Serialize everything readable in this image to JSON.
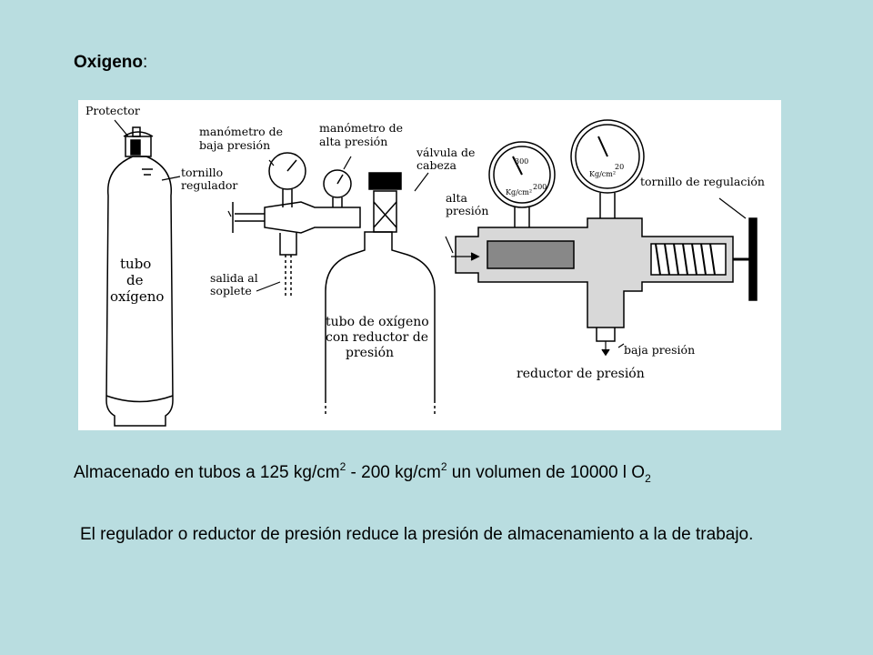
{
  "slide": {
    "title_bold": "Oxigeno",
    "title_suffix": ":",
    "paragraph1": {
      "part1": "Almacenado en tubos a 125 kg/cm",
      "sup1": "2",
      "part2": " - 200 kg/cm",
      "sup2": "2",
      "part3": " un volumen de 10000 l O",
      "sub1": "2"
    },
    "paragraph2": "El regulador o reductor de presión reduce la presión de almacenamiento a la de trabajo."
  },
  "diagram": {
    "labels": {
      "protector": "Protector",
      "tube_line1": "tubo",
      "tube_line2": "de",
      "tube_line3": "oxígeno",
      "low_gauge_line1": "manómetro de",
      "low_gauge_line2": "baja presión",
      "high_gauge_line1": "manómetro de",
      "high_gauge_line2": "alta presión",
      "head_valve_line1": "válvula de",
      "head_valve_line2": "cabeza",
      "screw_line1": "tornillo",
      "screw_line2": "regulador",
      "outlet_line1": "salida al",
      "outlet_line2": "soplete",
      "tube_reducer_line1": "tubo de oxígeno",
      "tube_reducer_line2": "con reductor de",
      "tube_reducer_line3": "presión",
      "high_pressure_line1": "alta",
      "high_pressure_line2": "presión",
      "adjust_screw": "tornillo de regulación",
      "low_pressure": "baja presión",
      "reducer": "reductor de presión",
      "gauge_left_scale": "300",
      "gauge_left_unit": "Kg/cm²",
      "gauge_left_tick": "200",
      "gauge_right_unit": "Kg/cm²",
      "gauge_right_tick": "20"
    }
  }
}
